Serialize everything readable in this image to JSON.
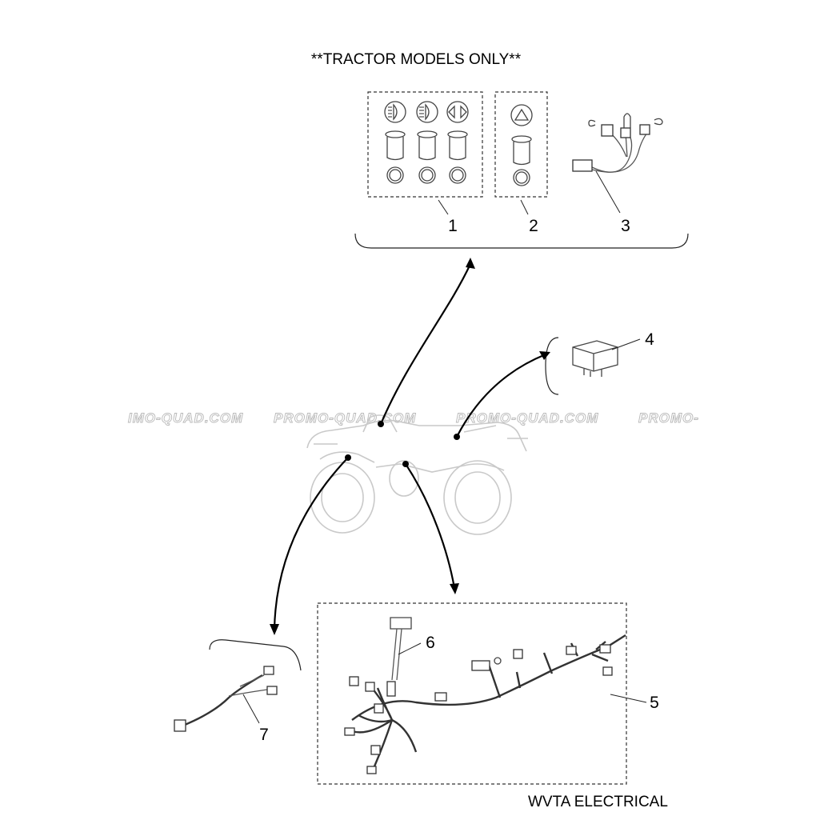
{
  "header": {
    "title": "**TRACTOR MODELS ONLY**"
  },
  "footer": {
    "caption": "WVTA ELECTRICAL"
  },
  "callouts": [
    "1",
    "2",
    "3",
    "4",
    "5",
    "6",
    "7"
  ],
  "watermark": {
    "texts": [
      "IMO-QUAD.COM",
      "PROMO-QUAD.COM",
      "PROMO-QUAD.COM",
      "PROMO-"
    ]
  },
  "icons": {
    "part_1": [
      "low-beam-icon",
      "high-beam-icon",
      "turn-signal-icon"
    ],
    "part_2": [
      "hazard-warning-icon"
    ]
  }
}
